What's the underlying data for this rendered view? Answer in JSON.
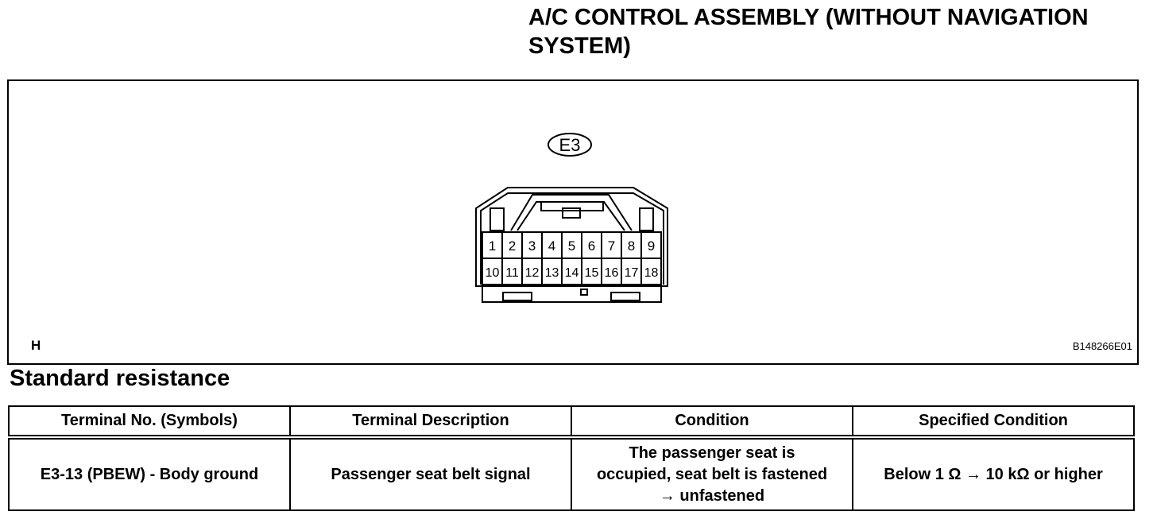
{
  "header": {
    "title_line1": "A/C CONTROL ASSEMBLY (WITHOUT NAVIGATION",
    "title_line2": "SYSTEM)"
  },
  "diagram": {
    "connector_label": "E3",
    "terminals_top": [
      "1",
      "2",
      "3",
      "4",
      "5",
      "6",
      "7",
      "8",
      "9"
    ],
    "terminals_bottom": [
      "10",
      "11",
      "12",
      "13",
      "14",
      "15",
      "16",
      "17",
      "18"
    ],
    "corner_letter": "H",
    "figure_code": "B148266E01"
  },
  "section": {
    "heading": "Standard resistance"
  },
  "table": {
    "headers": [
      "Terminal No. (Symbols)",
      "Terminal Description",
      "Condition",
      "Specified Condition"
    ],
    "rows": [
      {
        "terminal": "E3-13 (PBEW) - Body ground",
        "description": "Passenger seat belt signal",
        "condition_lines": [
          "The passenger seat is",
          "occupied, seat belt is fastened",
          "→ unfastened"
        ],
        "specified": "Below 1 Ω → 10 kΩ or higher"
      }
    ]
  }
}
